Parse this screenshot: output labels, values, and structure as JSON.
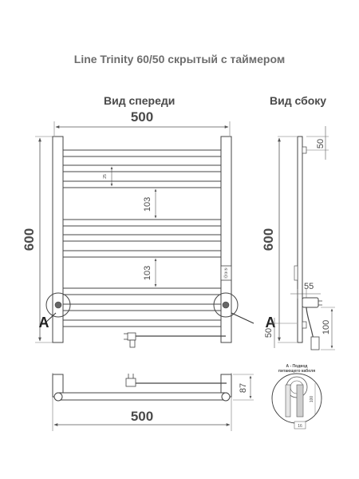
{
  "title": "Line Trinity 60/50 скрытый с таймером",
  "views": {
    "front": "Вид спереди",
    "side": "Вид сбоку"
  },
  "dimensions": {
    "front_width": "500",
    "front_height": "600",
    "bar_gap": "25",
    "spacing_1": "103",
    "spacing_2": "103",
    "side_top": "50",
    "side_height": "600",
    "side_offset": "55",
    "side_bottom": "50",
    "side_plug": "100",
    "plan_width": "500",
    "plan_depth": "87",
    "detail_height": "100",
    "detail_small": "16"
  },
  "callouts": {
    "left": "А",
    "right": "А"
  },
  "timer_label": "Ⓞ③⑤",
  "detail": {
    "title_line1": "А - Подвод",
    "title_line2": "питающего кабеля"
  }
}
